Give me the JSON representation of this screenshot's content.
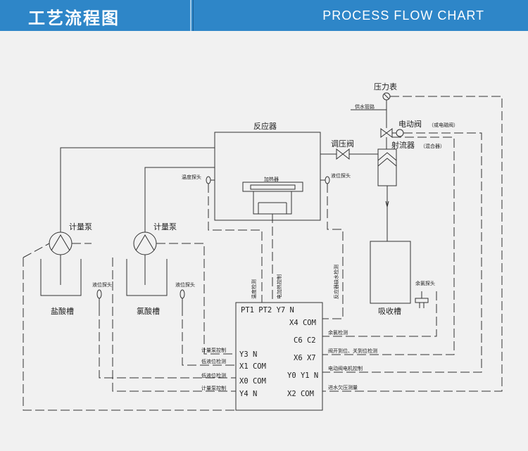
{
  "header": {
    "title_cn": "工艺流程图",
    "title_en": "PROCESS  FLOW  CHART"
  },
  "diagram": {
    "pressure_gauge": "压力表",
    "water_pipe": "供水管路",
    "electric_valve": "电动阀",
    "electric_valve_note": "（或电磁阀）",
    "reactor": "反应器",
    "regulating_valve": "调压阀",
    "ejector": "射流器",
    "ejector_note": "（混合器）",
    "temp_probe": "温度探头",
    "heater": "加热器",
    "level_probe_reactor": "液位探头",
    "meter_pump_1": "计量泵",
    "meter_pump_2": "计量泵",
    "hcl_tank": "盐酸槽",
    "chlorate_tank": "氯酸槽",
    "level_probe_1": "液位探头",
    "level_probe_2": "液位探头",
    "absorb_tank": "吸收槽",
    "residual_chlorine_probe": "余氯探头",
    "ctrl_temp_detect": "温度检测",
    "ctrl_heat_control": "电加热控制",
    "ctrl_reactor_level": "反应器缺水检测",
    "plc": {
      "top_row": "PT1 PT2 Y7 N",
      "x4": "X4 COM",
      "c6": "C6 C2",
      "x6": "X6 X7",
      "y0": "Y0 Y1 N",
      "x2": "X2 COM",
      "y3": "Y3 N",
      "x1": "X1 COM",
      "x0": "X0 COM",
      "y4": "Y4 N"
    },
    "sig_pump_ctrl_1": "计量泵控制",
    "sig_low_level_1": "低液位检测",
    "sig_low_level_2": "低液位检测",
    "sig_pump_ctrl_2": "计量泵控制",
    "sig_residual_chlorine": "余氯检测",
    "sig_valve_position": "阀开到位、关到位检测",
    "sig_valve_motor": "电动阀电机控制",
    "sig_water_pressure": "进水欠压测量"
  },
  "colors": {
    "header_bg": "#2e86c8",
    "background": "#f1f1f1",
    "line": "#333333"
  }
}
